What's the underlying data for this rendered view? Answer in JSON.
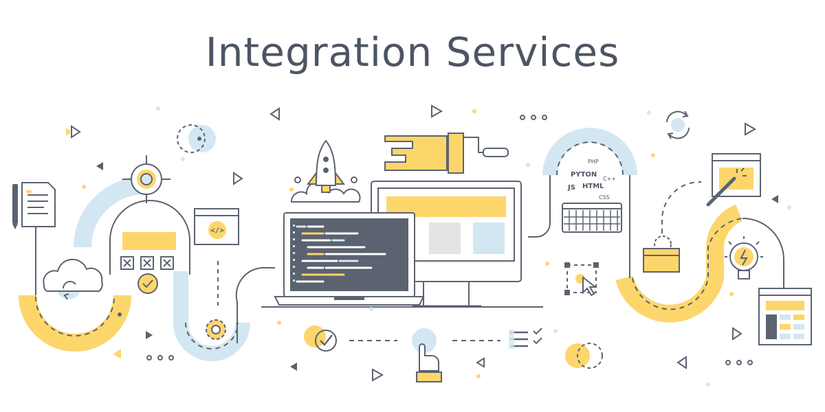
{
  "title": "Integration Services",
  "code_labels": {
    "php": "PHP",
    "python": "PYTON",
    "cpp": "C++",
    "js": "JS",
    "html": "HTML",
    "css": "CSS"
  },
  "code_snippet": "</>",
  "colors": {
    "outline": "#5b6270",
    "yellow": "#fdd66b",
    "light_blue": "#d3e7f2",
    "dark_screen": "#5b6270",
    "text": "#4d5564"
  }
}
